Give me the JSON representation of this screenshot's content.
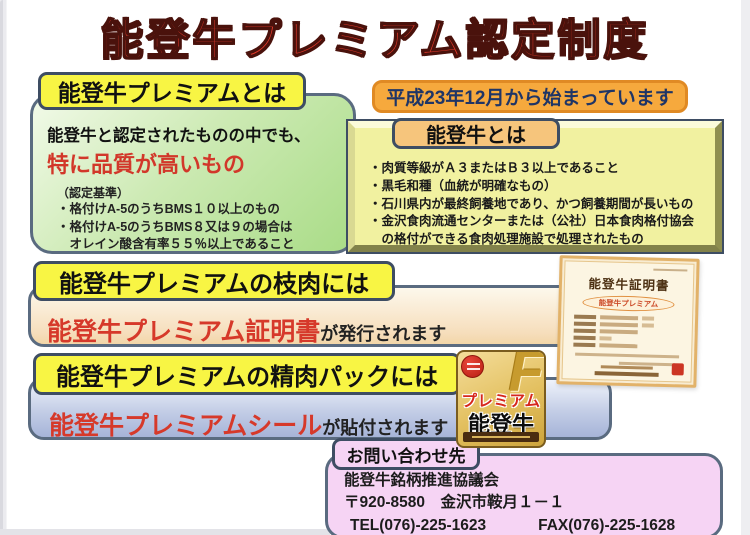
{
  "page": {
    "title": "能登牛プレミアム認定制度"
  },
  "premium_section": {
    "heading": "能登牛プレミアムとは",
    "line1": "能登牛と認定されたものの中でも、",
    "line2": "特に品質が高いもの",
    "criteria_label": "（認定基準）",
    "criteria": [
      "・格付けA-5のうちBMS１０以上のもの",
      "・格付けA-5のうちBMS８又は９の場合は",
      "　オレイン酸含有率５５％以上であること"
    ]
  },
  "start_banner": {
    "text": "平成23年12月から始まっています"
  },
  "notogyu_section": {
    "heading": "能登牛とは",
    "bullets": [
      "・肉質等級がＡ３またはＢ３以上であること",
      "・黒毛和種（血統が明確なもの）",
      "・石川県内が最終飼養地であり、かつ飼養期間が長いもの",
      "・金沢食肉流通センターまたは（公社）日本食肉格付協会",
      "　の格付ができる食肉処理施設で処理されたもの"
    ]
  },
  "carcass_section": {
    "heading": "能登牛プレミアムの枝肉には",
    "highlight": "能登牛プレミアム証明書",
    "rest": "が発行されます"
  },
  "certificate": {
    "title": "能登牛証明書",
    "badge": "能登牛プレミアム"
  },
  "pack_section": {
    "heading": "能登牛プレミアムの精肉パックには",
    "highlight": "能登牛プレミアムシール",
    "rest": "が貼付されます"
  },
  "seal": {
    "line1": "プレミアム",
    "line2": "能登牛"
  },
  "contact_section": {
    "heading": "お問い合わせ先",
    "org": "能登牛銘柄推進協議会",
    "address": "〒920-8580　金沢市鞍月１－１",
    "tel": "TEL(076)-225-1623",
    "fax": "FAX(076)-225-1628"
  },
  "colors": {
    "title_red": "#e23a2b",
    "accent_red": "#d6392a",
    "tab_yellow": "#f8f544",
    "banner_orange": "#f6a93d",
    "box_green": "#a9dc87",
    "box_yellow": "#f1f1a0",
    "box_blue": "#a6b4d8",
    "box_pink": "#f6d4f4",
    "border_slate": "#5a6b80"
  }
}
